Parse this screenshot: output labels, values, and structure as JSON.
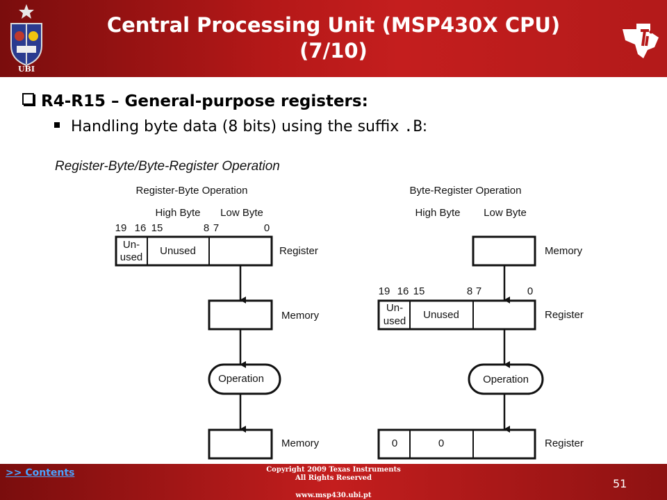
{
  "header": {
    "title_line1": "Central Processing Unit (MSP430X CPU)",
    "title_line2": "(7/10)",
    "logo_text": "UBI"
  },
  "content": {
    "bullet1": "R4-R15 – General-purpose registers:",
    "bullet2_prefix": "Handling byte data (8 bits) using the suffix ",
    "bullet2_code": ".B",
    "bullet2_suffix": ":"
  },
  "diagram": {
    "heading": "Register-Byte/Byte-Register Operation",
    "left": {
      "title": "Register-Byte Operation",
      "high_byte": "High Byte",
      "low_byte": "Low Byte",
      "bits": [
        "19",
        "16",
        "15",
        "8",
        "7",
        "0"
      ],
      "unused_small_line1": "Un-",
      "unused_small_line2": "used",
      "unused": "Unused",
      "box1_label": "Register",
      "box2_label": "Memory",
      "operation": "Operation",
      "box3_label": "Memory"
    },
    "right": {
      "title": "Byte-Register Operation",
      "high_byte": "High Byte",
      "low_byte": "Low Byte",
      "bits": [
        "19",
        "16",
        "15",
        "8",
        "7",
        "0"
      ],
      "box1_label": "Memory",
      "unused_small_line1": "Un-",
      "unused_small_line2": "used",
      "unused": "Unused",
      "box2_label": "Register",
      "operation": "Operation",
      "zero1": "0",
      "zero2": "0",
      "box3_label": "Register"
    }
  },
  "footer": {
    "contents_link": ">> Contents",
    "copyright_line1": "Copyright  2009 Texas Instruments",
    "copyright_line2": "All Rights Reserved",
    "website": "www.msp430.ubi.pt",
    "page_number": "51"
  }
}
